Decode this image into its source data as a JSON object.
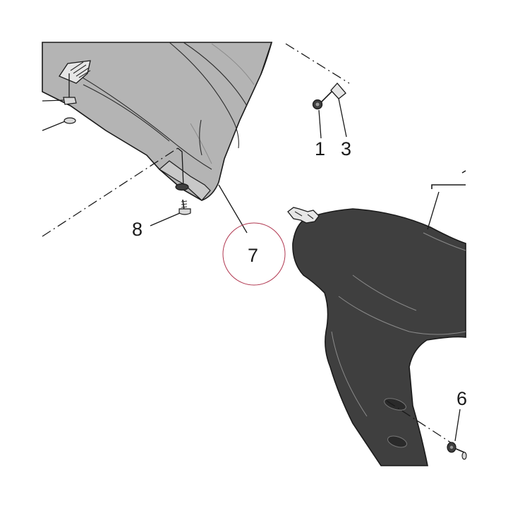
{
  "callouts": {
    "c1": "1",
    "c3": "3",
    "c6": "6",
    "c7": "7",
    "c8": "8"
  },
  "colors": {
    "panel_light": "#b4b4b4",
    "panel_dark": "#3f3f3f",
    "outline": "#1a1a1a",
    "highlight_circle": "#b0364f"
  }
}
